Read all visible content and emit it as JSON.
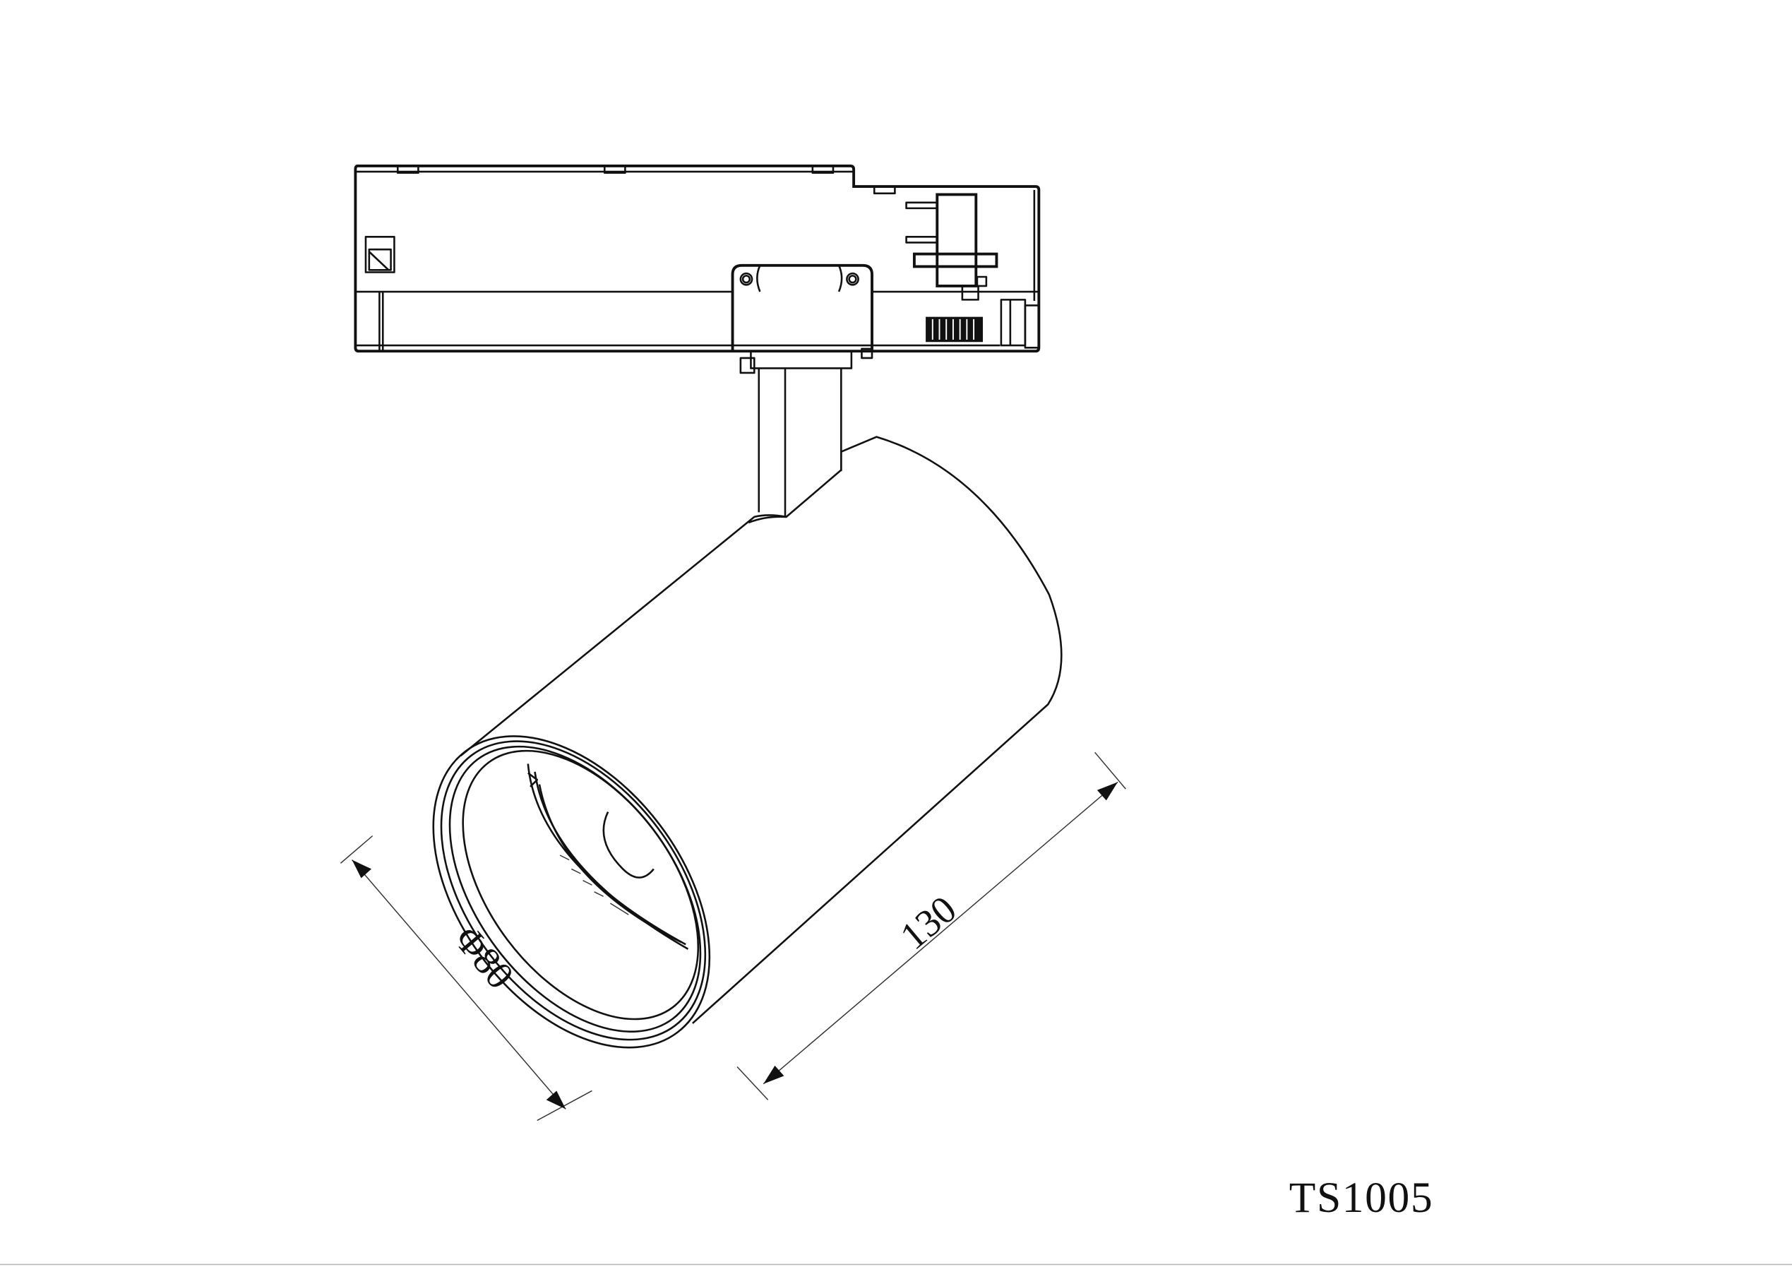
{
  "drawing": {
    "model": "TS1005",
    "dimensions": {
      "diameter": "Φ80",
      "length": "130"
    },
    "line_color": "#111111",
    "background": "#ffffff"
  }
}
